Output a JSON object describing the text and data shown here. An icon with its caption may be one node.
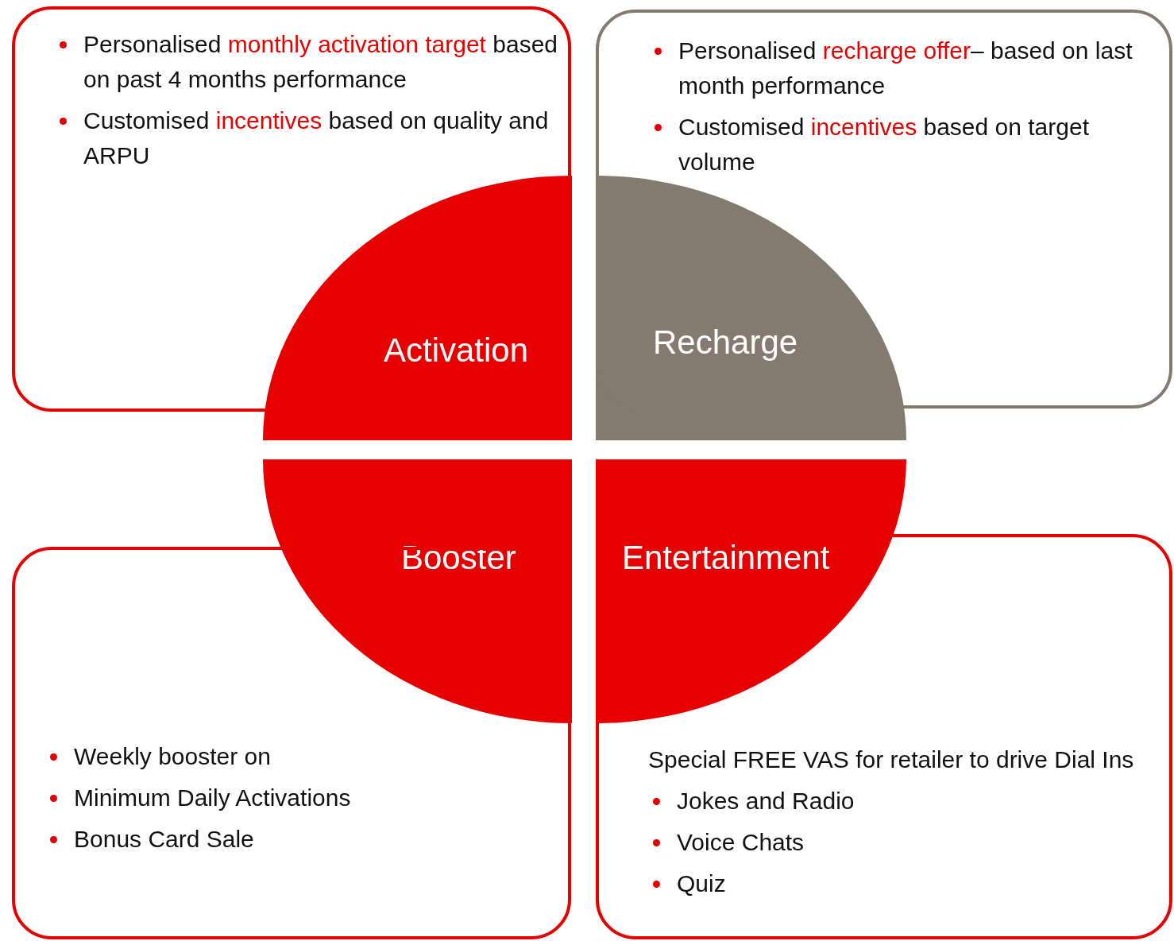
{
  "diagram": {
    "nodes": [
      {
        "text": [
          "Personalised *monthly activation target* based on past 4 months performance",
          "Customised *incentives* based on quality and ARPU"
        ]
      },
      {
        "text": [
          "Personalised *recharge offer*– based on last month performance",
          "Customised *incentives* based on target volume"
        ]
      },
      {
        "text": [
          "Activation"
        ]
      },
      {
        "text": [
          "Recharge"
        ]
      },
      {
        "text": [
          "Booster"
        ]
      },
      {
        "text": [
          "Entertainment"
        ]
      },
      {
        "text": [
          "Weekly booster on",
          "Minimum  Daily Activations",
          "Bonus Card Sale"
        ]
      },
      {
        "text": [
          "Special FREE VAS for retailer to drive Dial Ins",
          "Jokes and Radio",
          "Voice Chats",
          "Quiz"
        ]
      }
    ]
  }
}
